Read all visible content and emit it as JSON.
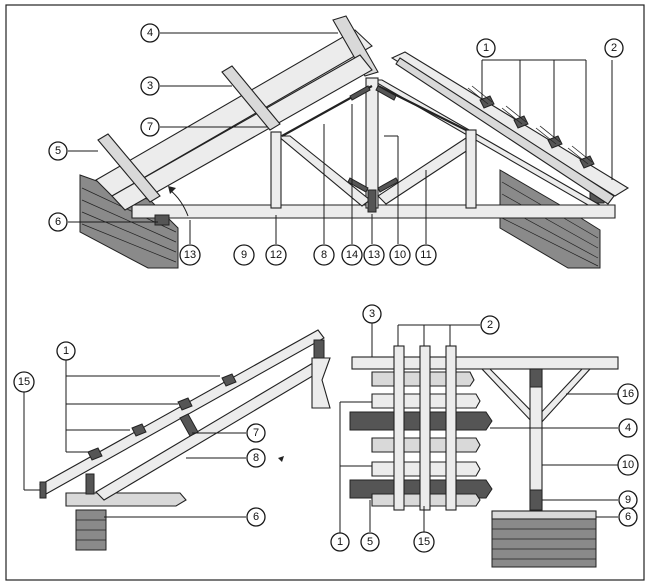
{
  "figure": {
    "panel_top": {
      "callouts": [
        {
          "id": "c-top-4",
          "label": "4"
        },
        {
          "id": "c-top-3",
          "label": "3"
        },
        {
          "id": "c-top-7",
          "label": "7"
        },
        {
          "id": "c-top-5",
          "label": "5"
        },
        {
          "id": "c-top-6",
          "label": "6"
        },
        {
          "id": "c-top-1",
          "label": "1"
        },
        {
          "id": "c-top-2",
          "label": "2"
        },
        {
          "id": "c-top-13a",
          "label": "13"
        },
        {
          "id": "c-top-9",
          "label": "9"
        },
        {
          "id": "c-top-12",
          "label": "12"
        },
        {
          "id": "c-top-8",
          "label": "8"
        },
        {
          "id": "c-top-14",
          "label": "14"
        },
        {
          "id": "c-top-13b",
          "label": "13"
        },
        {
          "id": "c-top-10",
          "label": "10"
        },
        {
          "id": "c-top-11",
          "label": "11"
        }
      ]
    },
    "panel_bottom_left": {
      "callouts": [
        {
          "id": "c-bl-15",
          "label": "15"
        },
        {
          "id": "c-bl-1",
          "label": "1"
        },
        {
          "id": "c-bl-7",
          "label": "7"
        },
        {
          "id": "c-bl-8",
          "label": "8"
        },
        {
          "id": "c-bl-6",
          "label": "6"
        }
      ]
    },
    "panel_bottom_right": {
      "callouts": [
        {
          "id": "c-br-3",
          "label": "3"
        },
        {
          "id": "c-br-2",
          "label": "2"
        },
        {
          "id": "c-br-16",
          "label": "16"
        },
        {
          "id": "c-br-4",
          "label": "4"
        },
        {
          "id": "c-br-10",
          "label": "10"
        },
        {
          "id": "c-br-9",
          "label": "9"
        },
        {
          "id": "c-br-6",
          "label": "6"
        },
        {
          "id": "c-br-1",
          "label": "1"
        },
        {
          "id": "c-br-5",
          "label": "5"
        },
        {
          "id": "c-br-15",
          "label": "15"
        }
      ]
    }
  }
}
